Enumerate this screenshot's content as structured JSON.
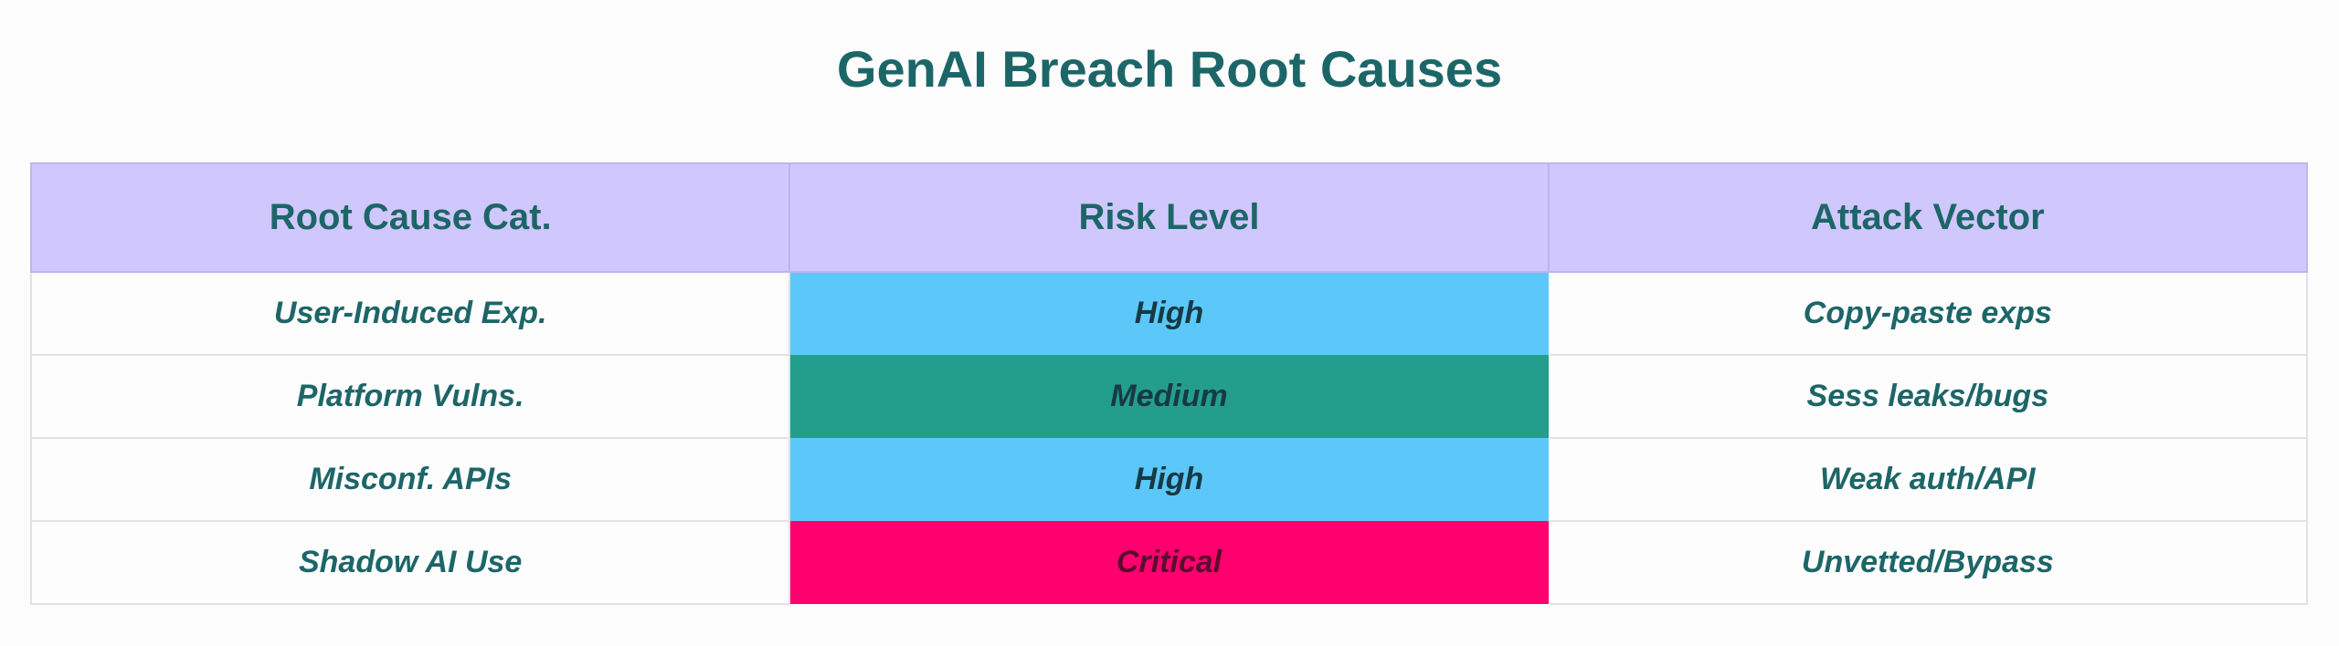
{
  "title": "GenAI Breach Root Causes",
  "colors": {
    "title": "#1d6668",
    "header_bg": "#d0c8fc",
    "High": "#5bc8f9",
    "Medium": "#239e8c",
    "Critical": "#ff006e"
  },
  "chart_data": {
    "type": "table",
    "title": "GenAI Breach Root Causes",
    "columns": [
      "Root Cause Cat.",
      "Risk Level",
      "Attack Vector"
    ],
    "rows": [
      [
        "User-Induced Exp.",
        "High",
        "Copy-paste exps"
      ],
      [
        "Platform Vulns.",
        "Medium",
        "Sess leaks/bugs"
      ],
      [
        "Misconf. APIs",
        "High",
        "Weak auth/API"
      ],
      [
        "Shadow AI Use",
        "Critical",
        "Unvetted/Bypass"
      ]
    ]
  }
}
